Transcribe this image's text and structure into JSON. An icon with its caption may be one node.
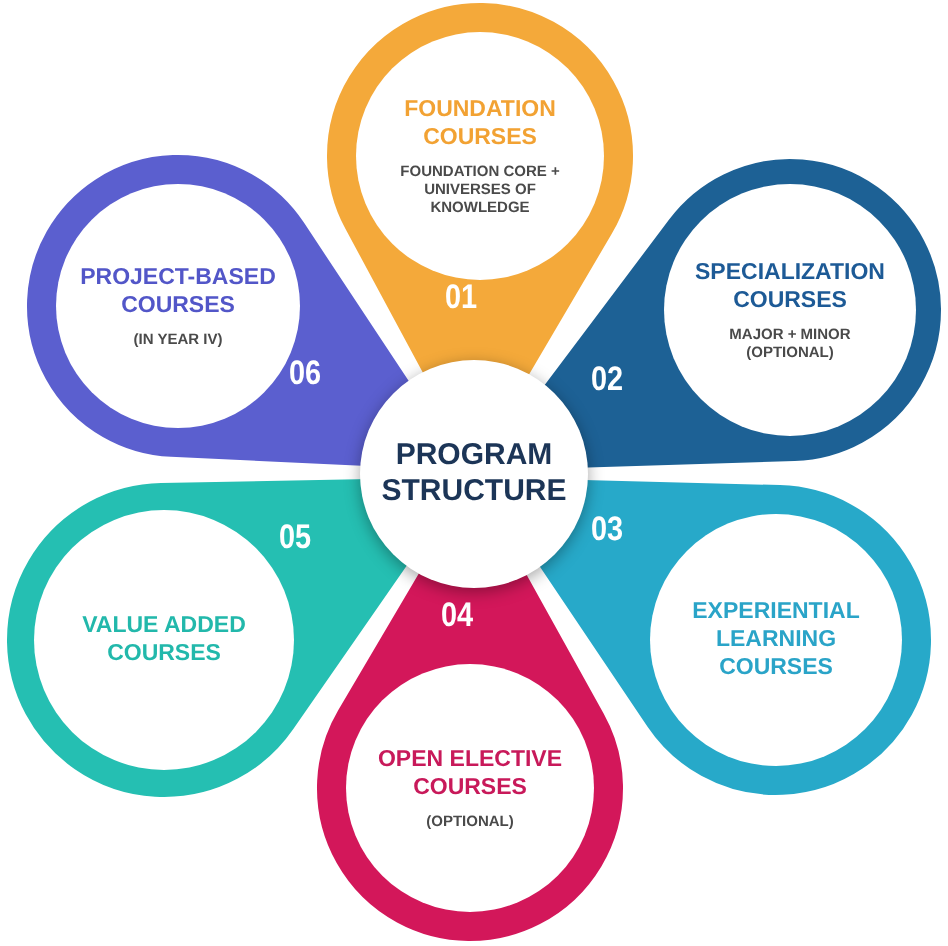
{
  "diagram": {
    "nodes": [
      {
        "text": [
          "FOUNDATION COURSES",
          "FOUNDATION CORE + UNIVERSES OF KNOWLEDGE",
          "01"
        ]
      },
      {
        "text": [
          "SPECIALIZATION COURSES",
          "MAJOR + MINOR (OPTIONAL)",
          "02"
        ]
      },
      {
        "text": [
          "03",
          "EXPERIENTIAL LEARNING COURSES"
        ]
      },
      {
        "text": [
          "04",
          "OPEN ELECTIVE COURSES",
          "(OPTIONAL)"
        ]
      },
      {
        "text": [
          "05",
          "VALUE ADDED COURSES"
        ]
      },
      {
        "text": [
          "PROJECT-BASED COURSES",
          "(IN YEAR IV)",
          "06"
        ]
      },
      {
        "text": [
          "PROGRAM STRUCTURE"
        ]
      }
    ]
  }
}
